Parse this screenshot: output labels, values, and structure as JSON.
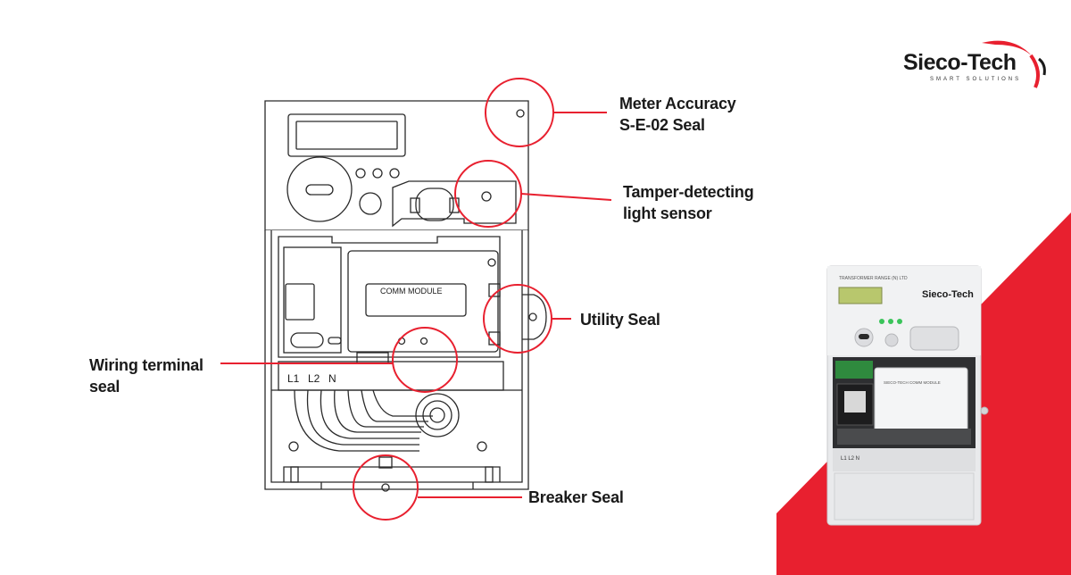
{
  "brand": {
    "name": "Sieco-Tech",
    "tagline": "SMART SOLUTIONS",
    "accent_color": "#e8202f"
  },
  "diagram": {
    "comm_module_label": "COMM MODULE",
    "terminals": {
      "l1": "L1",
      "l2": "L2",
      "n": "N"
    }
  },
  "callouts": {
    "meter_accuracy": {
      "line1": "Meter Accuracy",
      "line2": "S-E-02 Seal"
    },
    "tamper_sensor": {
      "line1": "Tamper-detecting",
      "line2": "light sensor"
    },
    "utility_seal": {
      "line1": "Utility Seal"
    },
    "wiring_terminal": {
      "line1": "Wiring terminal",
      "line2": "seal"
    },
    "breaker_seal": {
      "line1": "Breaker Seal"
    }
  },
  "photo": {
    "brand": "Sieco-Tech",
    "header_text": "TRANSFORMER RANGE (N) LTD",
    "module_text": "SIECO-TECH COMM MODULE",
    "terminal_text": "L1  L2  N"
  }
}
